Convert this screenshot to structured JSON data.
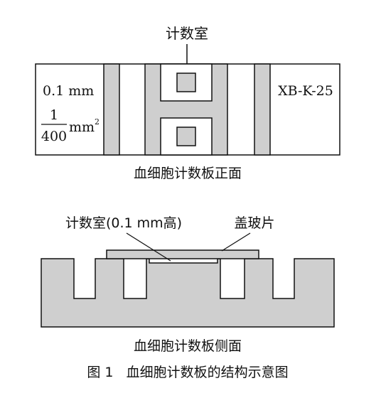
{
  "front": {
    "counting_chamber": "计数室",
    "depth_label": "0.1 mm",
    "area_numerator": "1",
    "area_denominator": "400",
    "area_unit": "mm",
    "area_exponent": "2",
    "model": "XB-K-25",
    "caption": "血细胞计数板正面"
  },
  "side": {
    "chamber_label": "计数室(0.1 mm高)",
    "coverslip_label": "盖玻片",
    "caption": "血细胞计数板侧面"
  },
  "figure_caption": "图 1   血细胞计数板的结构示意图",
  "colors": {
    "fill": "#cfcfcf",
    "stroke": "#111111"
  }
}
